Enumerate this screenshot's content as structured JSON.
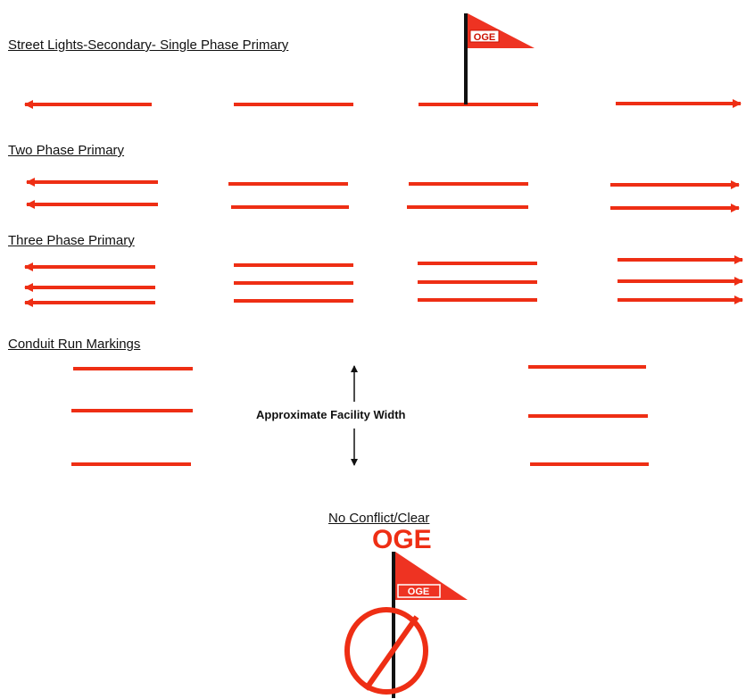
{
  "colors": {
    "marking": "#ee2e14",
    "flag": "#ee3322",
    "pole": "#111111"
  },
  "sections": {
    "single": "Street Lights-Secondary- Single Phase Primary",
    "two": "Two Phase Primary",
    "three": "Three Phase Primary",
    "conduit": "Conduit Run Markings",
    "clear": "No Conflict/Clear"
  },
  "facility_width_label": "Approximate Facility Width",
  "oge_big": "OGE",
  "flag_text": "OGE",
  "icons": [
    "flag-icon",
    "no-symbol-icon",
    "up-arrow-icon",
    "down-arrow-icon"
  ]
}
